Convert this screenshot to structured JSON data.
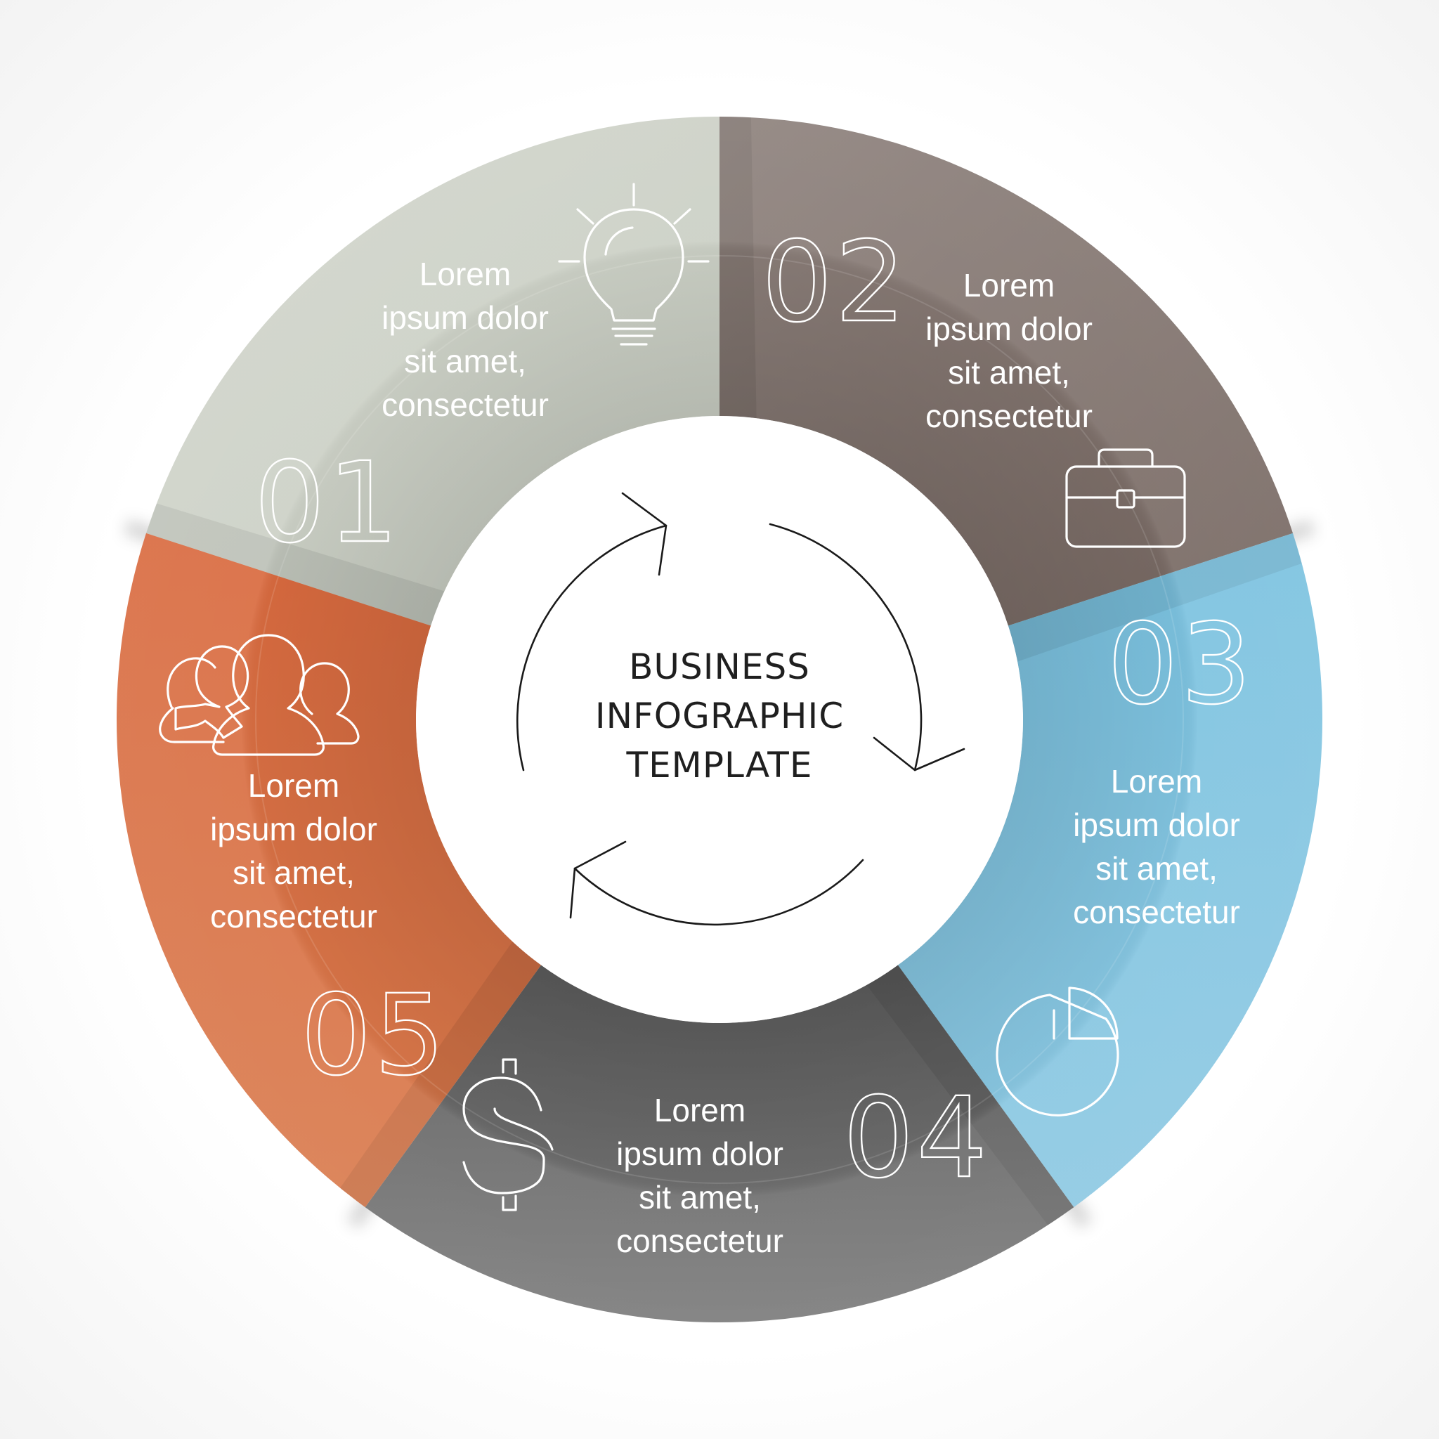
{
  "title": {
    "line1": "BUSINESS",
    "line2": "INFOGRAPHIC",
    "line3": "TEMPLATE"
  },
  "segments": [
    {
      "number": "01",
      "lines": [
        "Lorem",
        "ipsum dolor",
        "sit amet,",
        "consectetur"
      ],
      "icon": "lightbulb-icon",
      "color": "#cdd2c7"
    },
    {
      "number": "02",
      "lines": [
        "Lorem",
        "ipsum dolor",
        "sit amet,",
        "consectetur"
      ],
      "icon": "briefcase-icon",
      "color": "#7b6c68"
    },
    {
      "number": "03",
      "lines": [
        "Lorem",
        "ipsum dolor",
        "sit amet,",
        "consectetur"
      ],
      "icon": "pie-chart-icon",
      "color": "#7fc0de"
    },
    {
      "number": "04",
      "lines": [
        "Lorem",
        "ipsum dolor",
        "sit amet,",
        "consectetur"
      ],
      "icon": "dollar-icon",
      "color": "#6b6b6b"
    },
    {
      "number": "05",
      "lines": [
        "Lorem",
        "ipsum dolor",
        "sit amet,",
        "consectetur"
      ],
      "icon": "people-icon",
      "color": "#d9643a"
    }
  ]
}
